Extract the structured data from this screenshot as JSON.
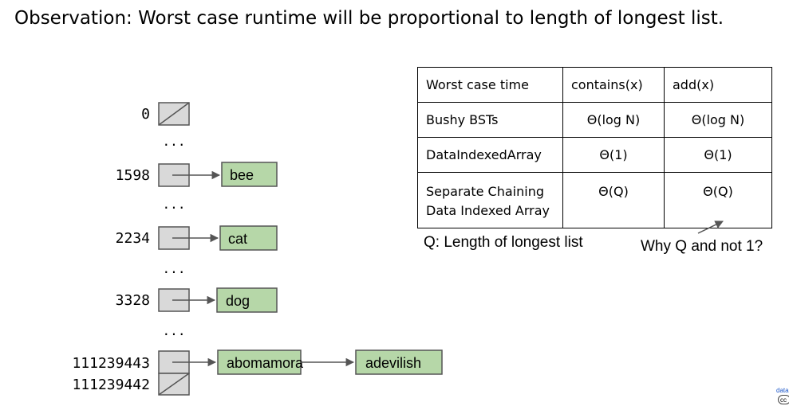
{
  "slide": {
    "title": "Observation: Worst case runtime will be proportional to length of longest list."
  },
  "array": {
    "ellipsis": "...",
    "rows": [
      {
        "index": "0",
        "nodes": []
      },
      {
        "index": "1598",
        "nodes": [
          "bee"
        ]
      },
      {
        "index": "2234",
        "nodes": [
          "cat"
        ]
      },
      {
        "index": "3328",
        "nodes": [
          "dog"
        ]
      },
      {
        "index": "111239443",
        "nodes": [
          "abomamora",
          "adevilish"
        ]
      },
      {
        "index": "111239442",
        "nodes": []
      }
    ]
  },
  "table": {
    "headers": [
      "Worst case time",
      "contains(x)",
      "add(x)"
    ],
    "rows": [
      {
        "name": "Bushy BSTs",
        "name2": "",
        "contains": "Θ(log N)",
        "add": "Θ(log N)"
      },
      {
        "name": "DataIndexedArray",
        "name2": "",
        "contains": "Θ(1)",
        "add": "Θ(1)"
      },
      {
        "name": "Separate Chaining",
        "name2": "Data Indexed Array",
        "contains": "Θ(Q)",
        "add": "Θ(Q)"
      }
    ]
  },
  "notes": {
    "q_definition": "Q: Length of longest list",
    "question": "Why Q and not 1?"
  },
  "corner": {
    "link_text": "data",
    "badge": "cc"
  },
  "colors": {
    "bucket_fill": "#d9d9d9",
    "bucket_stroke": "#555555",
    "node_fill": "#b6d7a8",
    "node_stroke": "#555555",
    "arrow": "#555555"
  }
}
